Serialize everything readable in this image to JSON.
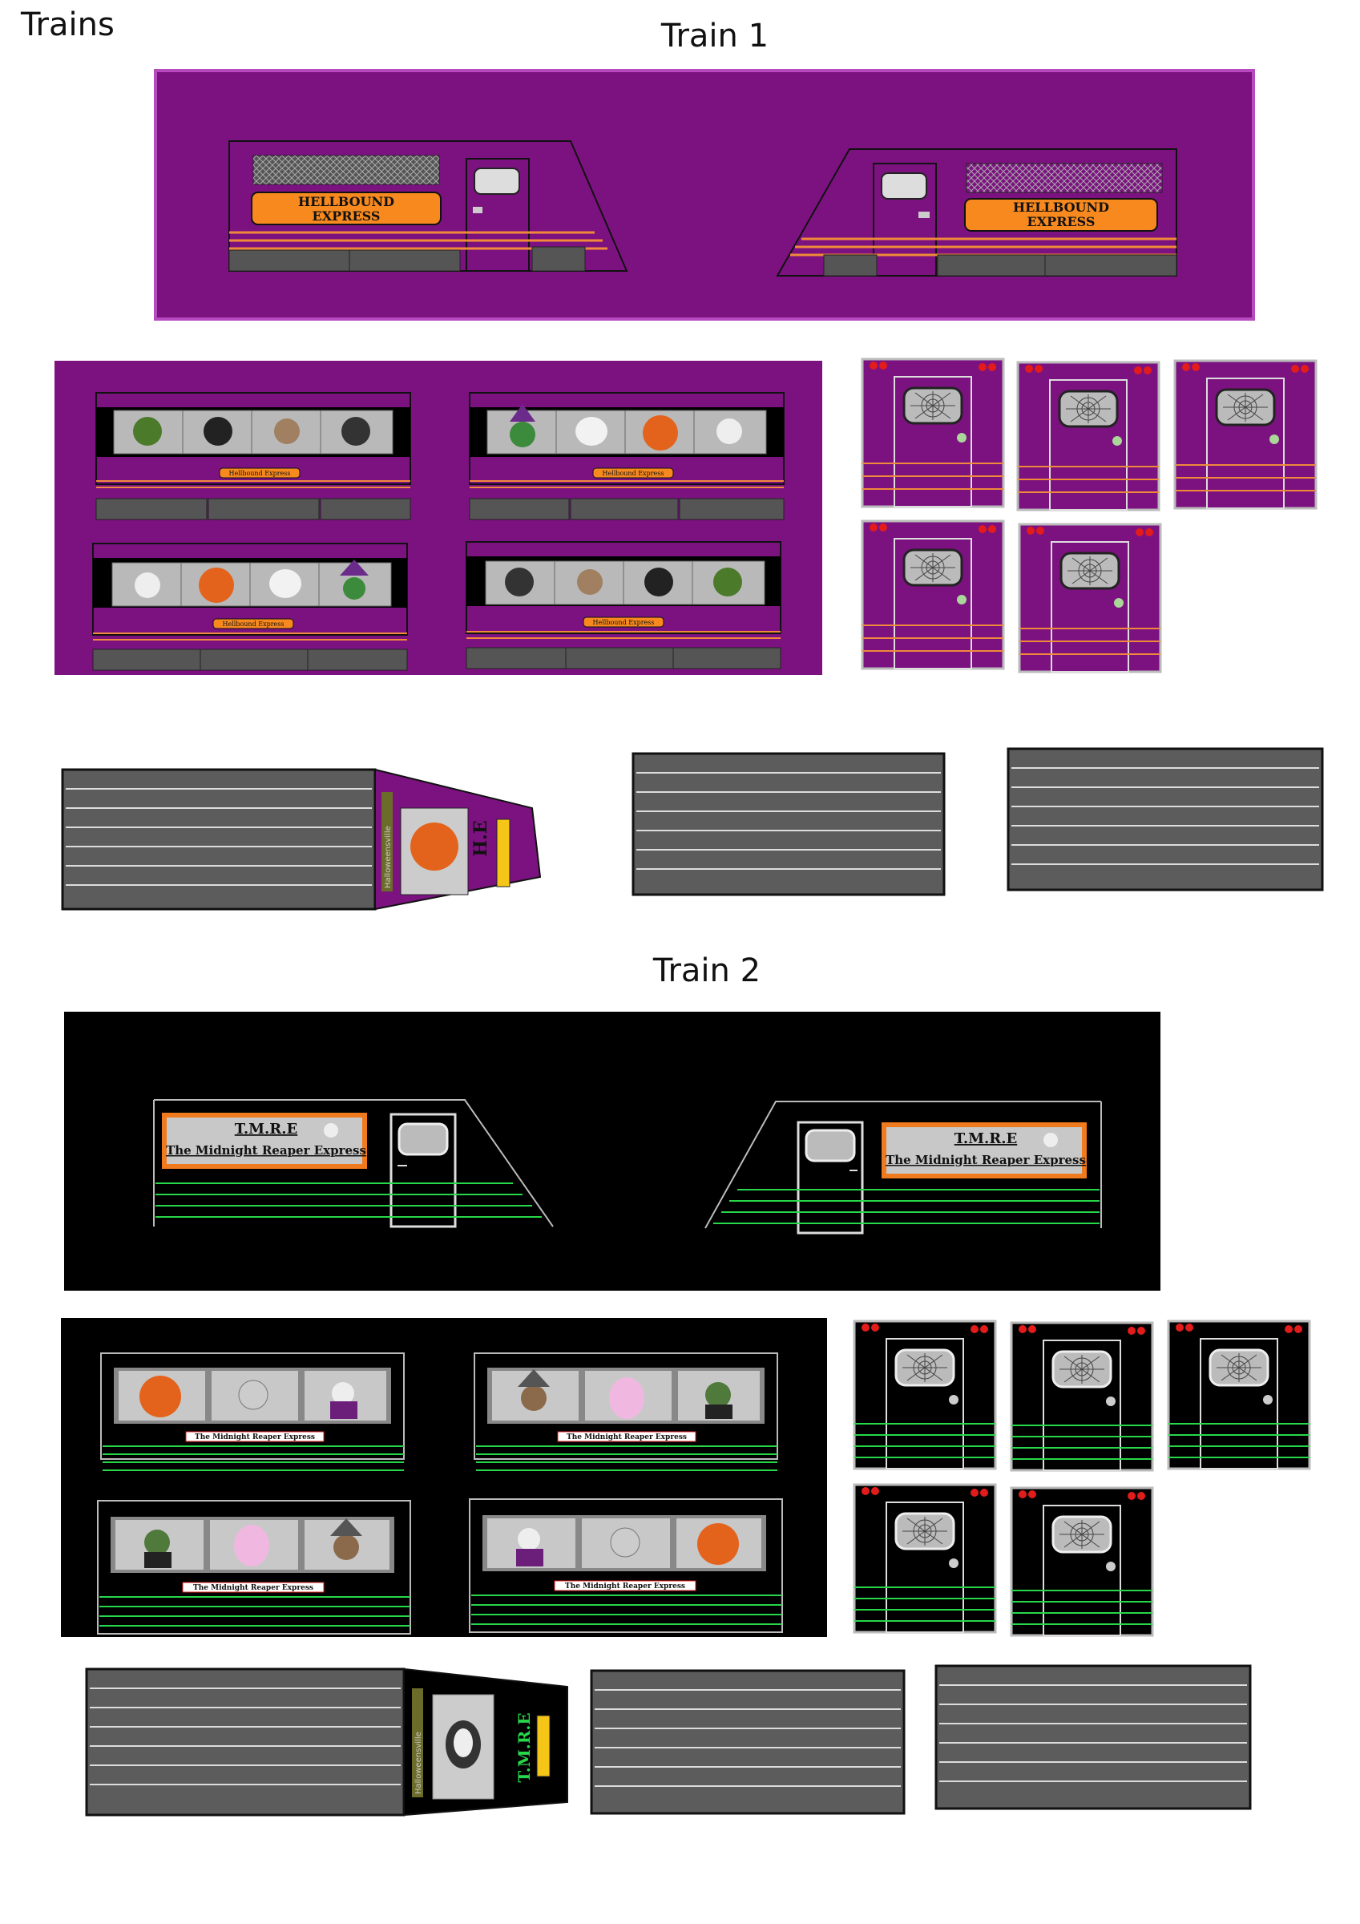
{
  "page": {
    "title": "Trains"
  },
  "train1": {
    "heading": "Train 1",
    "colors": {
      "body": "#7b1280",
      "border": "#b84ac0",
      "stripe": "#f08a3a",
      "sign": "#f7891f"
    },
    "sign_line1": "HELLBOUND",
    "sign_line2": "EXPRESS",
    "car_sign": "Hellbound Express",
    "roof_side_text": "Halloweensville",
    "roof_initials": "H.E",
    "car_top_windows": [
      [
        "goblin",
        "reaper",
        "skeleton",
        "ghostface"
      ],
      [
        "witch",
        "ghost",
        "pumpkin",
        "skull-reaper"
      ]
    ],
    "car_bottom_windows": [
      [
        "skull-reaper",
        "pumpkin",
        "ghost",
        "witch"
      ],
      [
        "ghostface",
        "skeleton",
        "reaper",
        "goblin"
      ]
    ]
  },
  "train2": {
    "heading": "Train 2",
    "colors": {
      "body": "#000000",
      "stripe": "#27d84a",
      "sign_border": "#f07a1e",
      "sign_bg": "#c8c8c8"
    },
    "sign_line1": "T.M.R.E",
    "sign_line2": "The Midnight Reaper Express",
    "car_sign": "The Midnight Reaper Express",
    "roof_side_text": "Halloweensville",
    "roof_initials": "T.M.R.E",
    "car_top_windows": [
      [
        "pumpkin",
        "skeleton",
        "vampire"
      ],
      [
        "witch",
        "pink-ghost",
        "frankenstein"
      ]
    ],
    "car_bottom_windows": [
      [
        "frankenstein",
        "pink-ghost",
        "witch"
      ],
      [
        "vampire",
        "skeleton",
        "pumpkin"
      ]
    ]
  }
}
